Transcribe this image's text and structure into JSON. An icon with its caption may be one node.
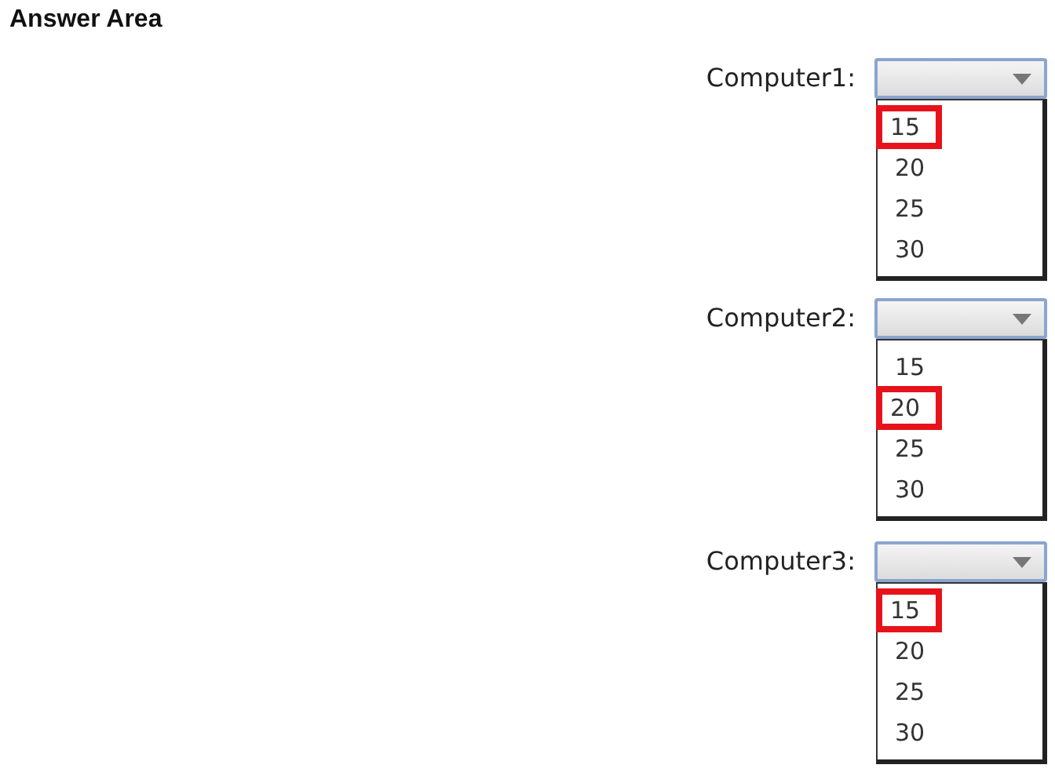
{
  "diagram": {
    "title": "Answer Area",
    "nodes": [
      {
        "text": [],
        "shape": "box",
        "beside": [
          "Computer1:"
        ]
      },
      {
        "text": [],
        "shape": "box"
      },
      {
        "text": [
          "15"
        ],
        "in": 1
      },
      {
        "text": [
          "20"
        ],
        "in": 1
      },
      {
        "text": [
          "25"
        ],
        "in": 1
      },
      {
        "text": [
          "30"
        ],
        "in": 1
      },
      {
        "text": [],
        "shape": "box",
        "beside": [
          "Computer2:"
        ]
      },
      {
        "text": [],
        "shape": "box"
      },
      {
        "text": [
          "15"
        ],
        "in": 7
      },
      {
        "text": [
          "20"
        ],
        "in": 7
      },
      {
        "text": [
          "25"
        ],
        "in": 7
      },
      {
        "text": [
          "30"
        ],
        "in": 7
      },
      {
        "text": [],
        "shape": "box",
        "beside": [
          "Computer3:"
        ]
      },
      {
        "text": [],
        "shape": "box"
      },
      {
        "text": [
          "15"
        ],
        "in": 13
      },
      {
        "text": [
          "20"
        ],
        "in": 13
      },
      {
        "text": [
          "25"
        ],
        "in": 13
      },
      {
        "text": [
          "30"
        ],
        "in": 13
      }
    ]
  }
}
